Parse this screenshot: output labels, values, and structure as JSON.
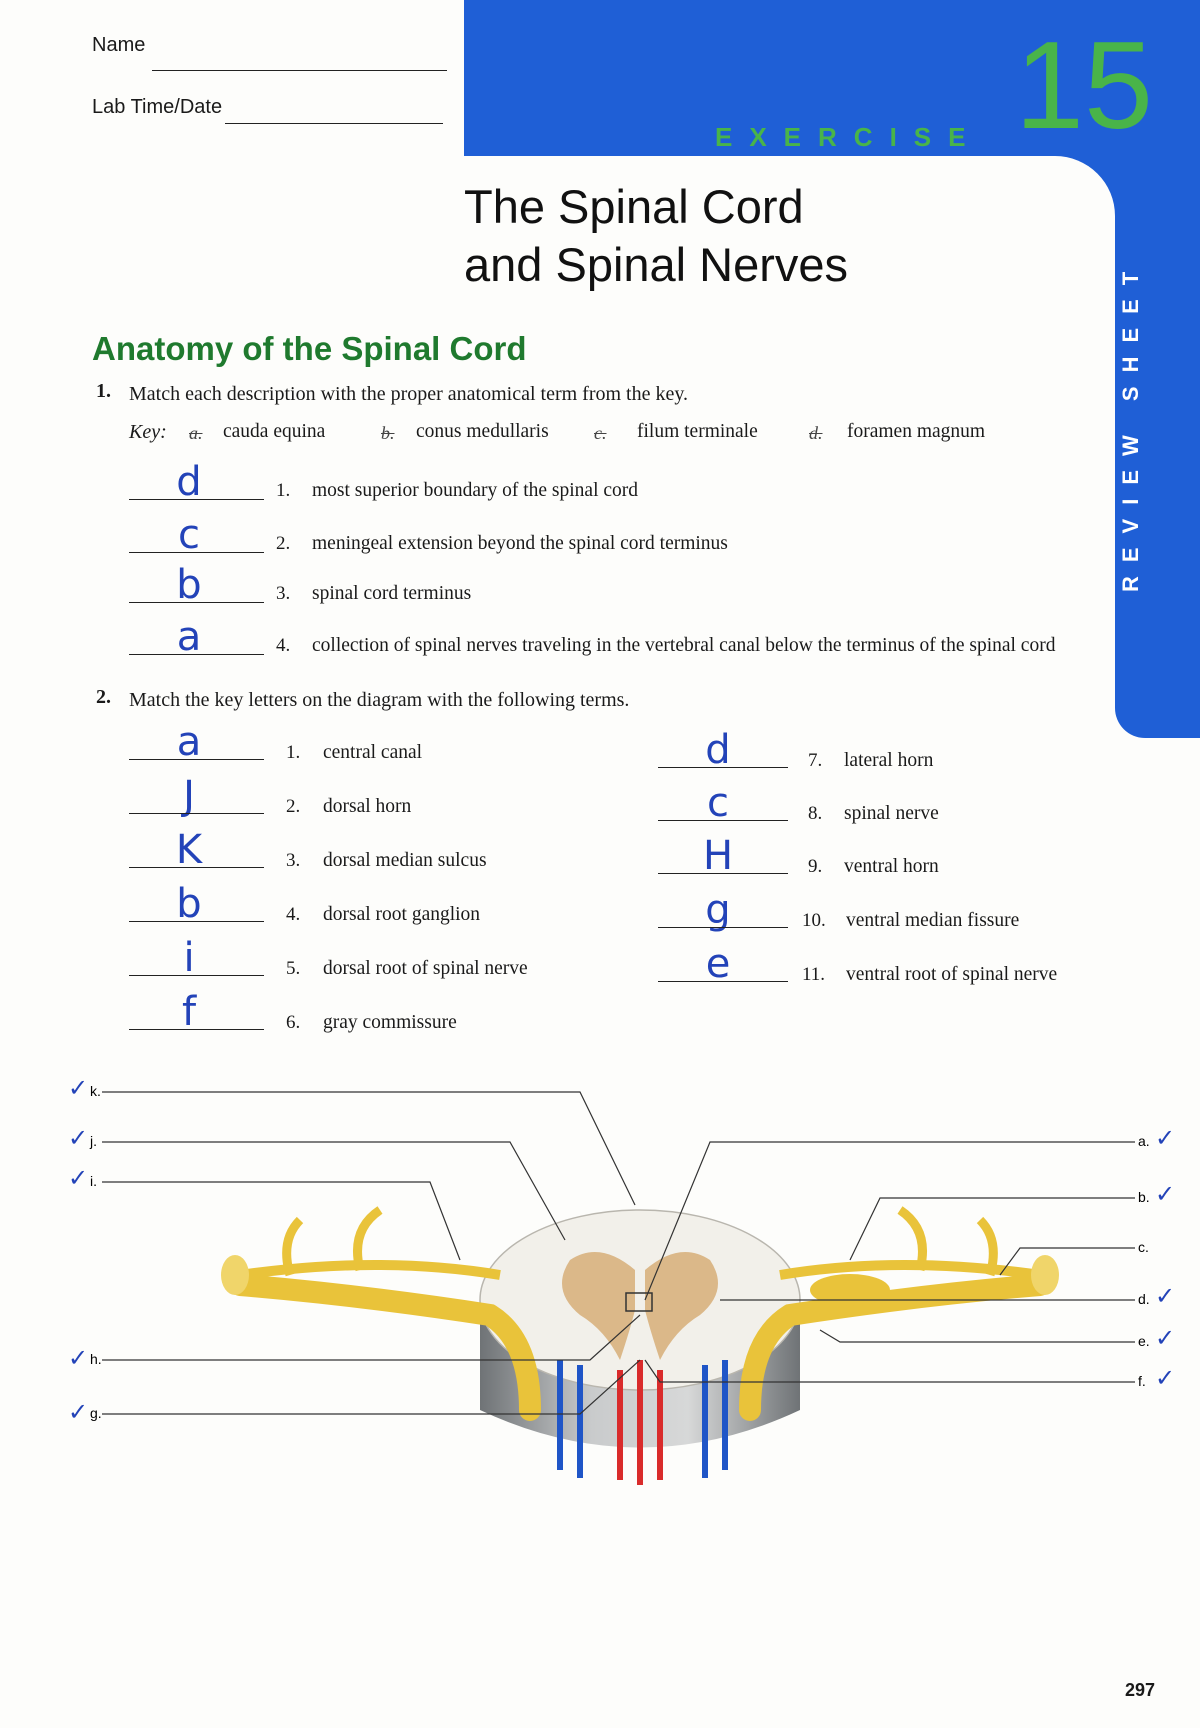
{
  "header": {
    "name_label": "Name",
    "labtime_label": "Lab Time/Date",
    "exercise_word": "EXERCISE",
    "exercise_number": "15",
    "side_tab": "REVIEW SHEET",
    "title_line1": "The Spinal Cord",
    "title_line2": "and Spinal Nerves"
  },
  "section": {
    "heading": "Anatomy of the Spinal Cord"
  },
  "q1": {
    "number": "1.",
    "prompt": "Match each description with the proper anatomical term from the key.",
    "key_label": "Key:",
    "key": [
      {
        "letter": "a.",
        "term": "cauda equina"
      },
      {
        "letter": "b.",
        "term": "conus medullaris"
      },
      {
        "letter": "c.",
        "term": "filum terminale"
      },
      {
        "letter": "d.",
        "term": "foramen magnum"
      }
    ],
    "items": [
      {
        "answer": "d",
        "num": "1.",
        "text": "most superior boundary of the spinal cord"
      },
      {
        "answer": "c",
        "num": "2.",
        "text": "meningeal extension beyond the spinal cord terminus"
      },
      {
        "answer": "b",
        "num": "3.",
        "text": "spinal cord terminus"
      },
      {
        "answer": "a",
        "num": "4.",
        "text": "collection of spinal nerves traveling in the vertebral canal below the terminus of the spinal cord"
      }
    ]
  },
  "q2": {
    "number": "2.",
    "prompt": "Match the key letters on the diagram with the following terms.",
    "left": [
      {
        "answer": "a",
        "num": "1.",
        "text": "central canal"
      },
      {
        "answer": "J",
        "num": "2.",
        "text": "dorsal horn"
      },
      {
        "answer": "K",
        "num": "3.",
        "text": "dorsal median sulcus"
      },
      {
        "answer": "b",
        "num": "4.",
        "text": "dorsal root ganglion"
      },
      {
        "answer": "i",
        "num": "5.",
        "text": "dorsal root of spinal nerve"
      },
      {
        "answer": "f",
        "num": "6.",
        "text": "gray commissure"
      }
    ],
    "right": [
      {
        "answer": "d",
        "num": "7.",
        "text": "lateral horn"
      },
      {
        "answer": "c",
        "num": "8.",
        "text": "spinal nerve"
      },
      {
        "answer": "H",
        "num": "9.",
        "text": "ventral horn"
      },
      {
        "answer": "g",
        "num": "10.",
        "text": "ventral median fissure"
      },
      {
        "answer": "e",
        "num": "11.",
        "text": "ventral root of spinal nerve"
      }
    ]
  },
  "diagram": {
    "left_labels": [
      "k.",
      "j.",
      "i.",
      "h.",
      "g."
    ],
    "right_labels": [
      "a.",
      "b.",
      "c.",
      "d.",
      "e.",
      "f."
    ],
    "check": "✓"
  },
  "page_number": "297",
  "colors": {
    "banner": "#1f5fd6",
    "accent_green": "#49b449",
    "heading_green": "#1f7a2e",
    "handwriting": "#2343b8",
    "nerve": "#e9c33a"
  }
}
